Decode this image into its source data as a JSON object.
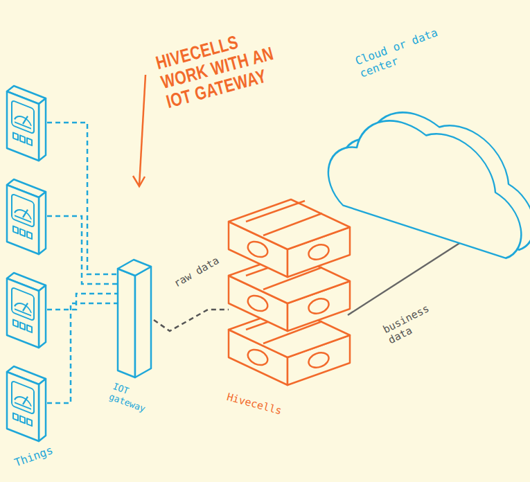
{
  "diagram": {
    "title": "HIVECELLS WORK WITH AN IOT GATEWAY",
    "nodes": [
      {
        "text": [
          "IOT gateway"
        ]
      },
      {
        "text": [
          "Hivecells"
        ]
      },
      {
        "text": [
          "Cloud or data center"
        ]
      }
    ],
    "edges": [
      {
        "from": 0,
        "to": 1,
        "label": "raw data",
        "arrow": "none"
      },
      {
        "from": 1,
        "to": 2,
        "label": "business data",
        "arrow": "none"
      }
    ],
    "labels": [
      "Things"
    ]
  }
}
